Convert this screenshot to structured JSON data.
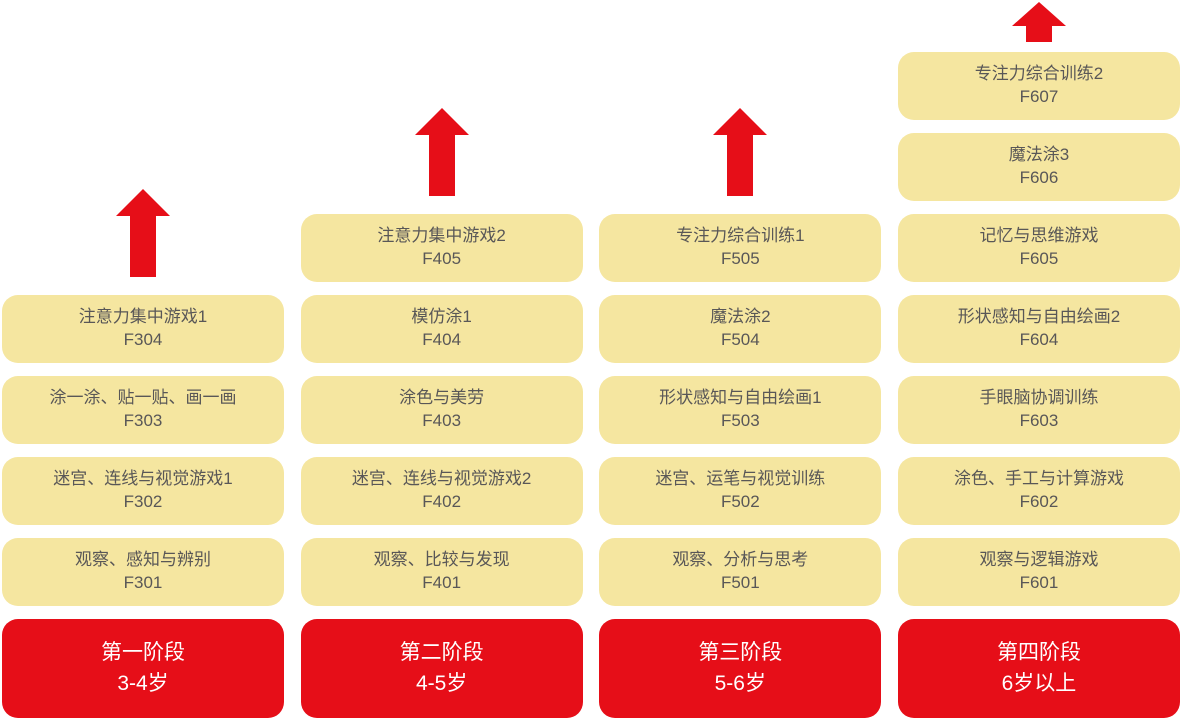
{
  "palette": {
    "page_bg": "#ffffff",
    "course_box_bg": "#f5e6a0",
    "course_text": "#595757",
    "stage_bg": "#e60e18",
    "stage_text": "#ffffff",
    "arrow_color": "#e60e18"
  },
  "columns": [
    {
      "arrow_icon": "up-arrow-icon",
      "arrow_variant": "tall",
      "courses": [
        {
          "name": "注意力集中游戏1",
          "code": "F304"
        },
        {
          "name": "涂一涂、贴一贴、画一画",
          "code": "F303"
        },
        {
          "name": "迷宫、连线与视觉游戏1",
          "code": "F302"
        },
        {
          "name": "观察、感知与辨别",
          "code": "F301"
        }
      ],
      "stage": {
        "title": "第一阶段",
        "age": "3-4岁"
      }
    },
    {
      "arrow_icon": "up-arrow-icon",
      "arrow_variant": "tall",
      "courses": [
        {
          "name": "注意力集中游戏2",
          "code": "F405"
        },
        {
          "name": "模仿涂1",
          "code": "F404"
        },
        {
          "name": "涂色与美劳",
          "code": "F403"
        },
        {
          "name": "迷宫、连线与视觉游戏2",
          "code": "F402"
        },
        {
          "name": "观察、比较与发现",
          "code": "F401"
        }
      ],
      "stage": {
        "title": "第二阶段",
        "age": "4-5岁"
      }
    },
    {
      "arrow_icon": "up-arrow-icon",
      "arrow_variant": "tall",
      "courses": [
        {
          "name": "专注力综合训练1",
          "code": "F505"
        },
        {
          "name": "魔法涂2",
          "code": "F504"
        },
        {
          "name": "形状感知与自由绘画1",
          "code": "F503"
        },
        {
          "name": "迷宫、运笔与视觉训练",
          "code": "F502"
        },
        {
          "name": "观察、分析与思考",
          "code": "F501"
        }
      ],
      "stage": {
        "title": "第三阶段",
        "age": "5-6岁"
      }
    },
    {
      "arrow_icon": "up-arrow-icon",
      "arrow_variant": "compact",
      "courses": [
        {
          "name": "专注力综合训练2",
          "code": "F607"
        },
        {
          "name": "魔法涂3",
          "code": "F606"
        },
        {
          "name": "记忆与思维游戏",
          "code": "F605"
        },
        {
          "name": "形状感知与自由绘画2",
          "code": "F604"
        },
        {
          "name": "手眼脑协调训练",
          "code": "F603"
        },
        {
          "name": "涂色、手工与计算游戏",
          "code": "F602"
        },
        {
          "name": "观察与逻辑游戏",
          "code": "F601"
        }
      ],
      "stage": {
        "title": "第四阶段",
        "age": "6岁以上"
      }
    }
  ]
}
